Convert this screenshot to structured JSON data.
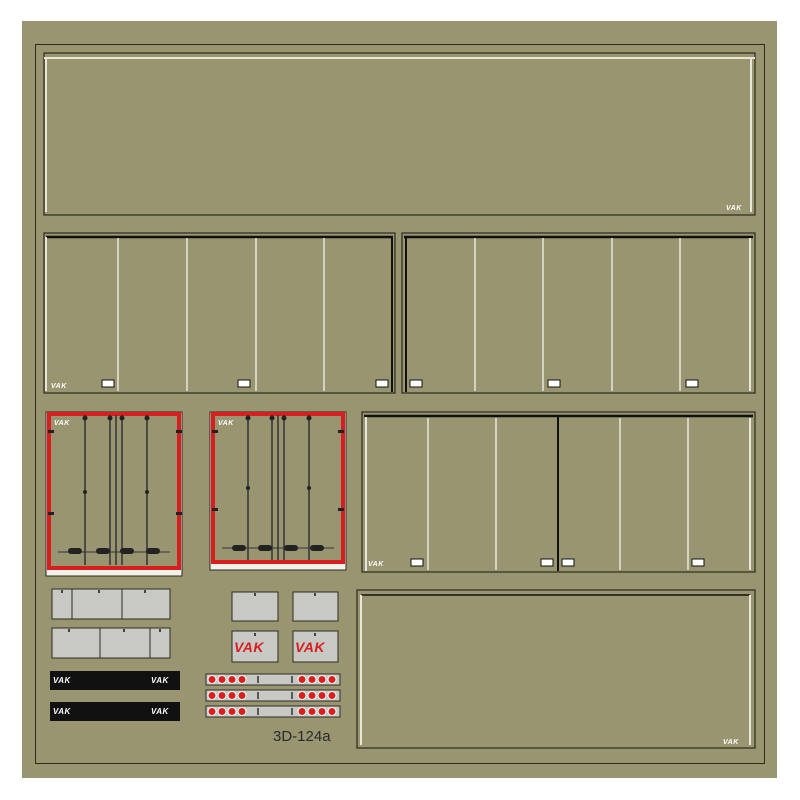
{
  "brand": "VAK",
  "catalog_number": "3D-124a",
  "colors": {
    "sheet": "#999570",
    "outline": "#2b2b22",
    "grey_panel": "#c8c8c4",
    "accent_red": "#d81e1e",
    "black_plate": "#111111",
    "white": "#ffffff"
  },
  "counts": {
    "door_plates": 2,
    "marker_light_strips": 3
  }
}
